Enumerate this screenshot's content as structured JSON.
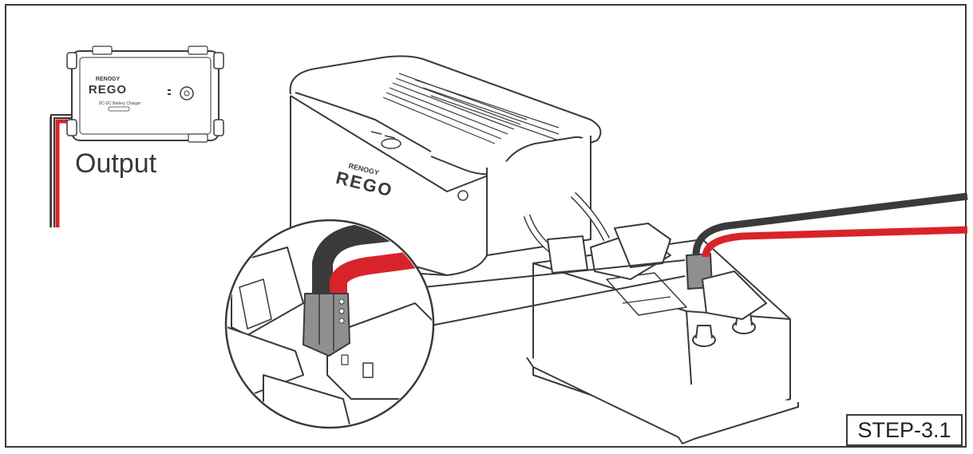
{
  "labels": {
    "output": "Output",
    "step": "STEP-3.1"
  },
  "charger": {
    "brand": "RENOGY",
    "model": "REGO",
    "subtitle": "DC-DC Battery Charger"
  },
  "battery": {
    "brand": "RENOGY",
    "model": "REGO"
  },
  "colors": {
    "positive_wire": "#d8232a",
    "negative_wire": "#3a3a3a",
    "outline": "#3a3a3a",
    "connector": "#8f8f8f"
  }
}
